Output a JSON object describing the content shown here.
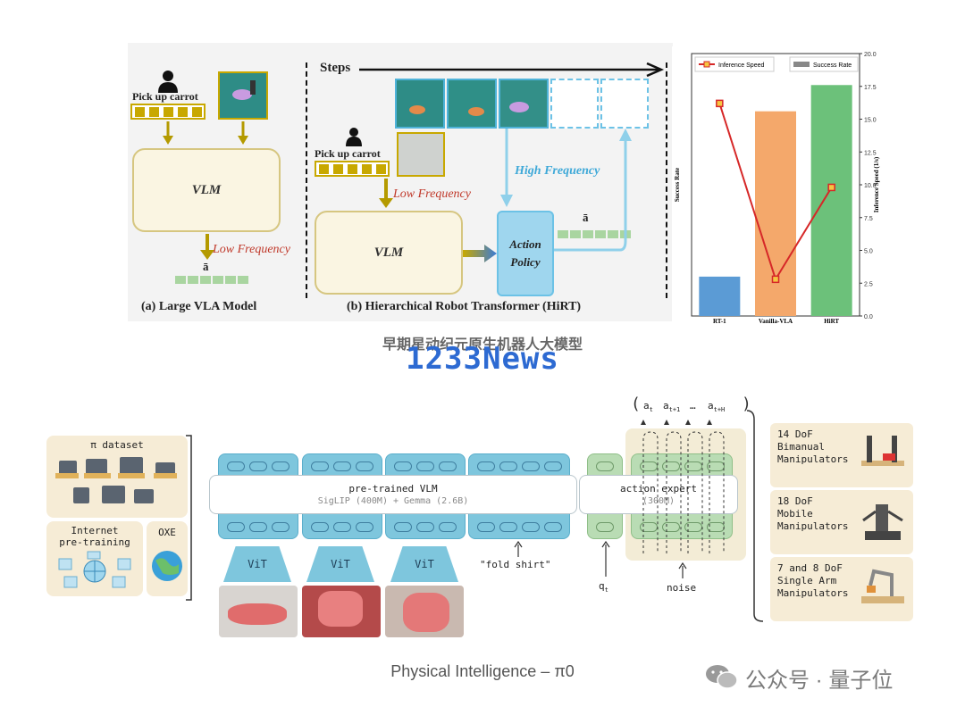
{
  "top_figure": {
    "panel_a": {
      "instruction": "Pick up carrot",
      "vlm_label": "VLM",
      "freq_label": "Low Frequency",
      "action_symbol": "ā",
      "caption": "(a) Large VLA Model"
    },
    "panel_b": {
      "steps_label": "Steps",
      "instruction": "Pick up carrot",
      "low_freq_label": "Low Frequency",
      "high_freq_label": "High Frequency",
      "vlm_label": "VLM",
      "policy_label_1": "Action",
      "policy_label_2": "Policy",
      "action_symbol": "ā",
      "caption": "(b) Hierarchical Robot Transformer (HiRT)"
    },
    "bottom_caption": "早期星动纪元原生机器人大模型",
    "watermark": "1233News"
  },
  "chart_data": {
    "type": "bar",
    "categories": [
      "RT-1",
      "Vanilla-VLA",
      "HiRT"
    ],
    "series": [
      {
        "name": "Success Rate",
        "values": [
          0.15,
          0.78,
          0.88
        ],
        "colors": [
          "#5b9bd5",
          "#f4a86b",
          "#6cc17a"
        ]
      },
      {
        "name": "Inference Speed",
        "values": [
          16.2,
          2.8,
          9.8
        ],
        "color": "#d62828"
      }
    ],
    "left_axis_label": "Success Rate",
    "right_axis_label": "Inference Speed (1/s)",
    "left_ylim": [
      0.0,
      1.0
    ],
    "right_ylim": [
      0.0,
      20.0
    ],
    "right_ticks": [
      "0.0",
      "2.5",
      "5.0",
      "7.5",
      "10.0",
      "12.5",
      "15.0",
      "17.5",
      "20.0"
    ],
    "legend_position": "top",
    "grid": false
  },
  "bottom_figure": {
    "pi_dataset": "π dataset",
    "internet_pretraining_1": "Internet",
    "internet_pretraining_2": "pre-training",
    "oxe": "OXE",
    "vlm_title": "pre-trained VLM",
    "vlm_sub": "SigLIP (400M) + Gemma (2.6B)",
    "vit": [
      "ViT",
      "ViT",
      "ViT"
    ],
    "prompt": "\"fold shirt\"",
    "qt": "q",
    "qt_sub": "t",
    "action_expert_title": "action expert",
    "action_expert_sub": "(300M)",
    "noise": "noise",
    "actions": [
      {
        "main": "a",
        "sub": "t"
      },
      {
        "main": "a",
        "sub": "t+1"
      },
      {
        "main": "…",
        "sub": ""
      },
      {
        "main": "a",
        "sub": "t+H"
      }
    ],
    "robots": [
      {
        "l1": "14 DoF",
        "l2": "Bimanual",
        "l3": "Manipulators"
      },
      {
        "l1": "18 DoF",
        "l2": "Mobile",
        "l3": "Manipulators"
      },
      {
        "l1": "7 and 8 DoF",
        "l2": "Single Arm",
        "l3": "Manipulators"
      }
    ],
    "caption": "Physical Intelligence – π0",
    "wechat_label": "公众号 · 量子位"
  }
}
